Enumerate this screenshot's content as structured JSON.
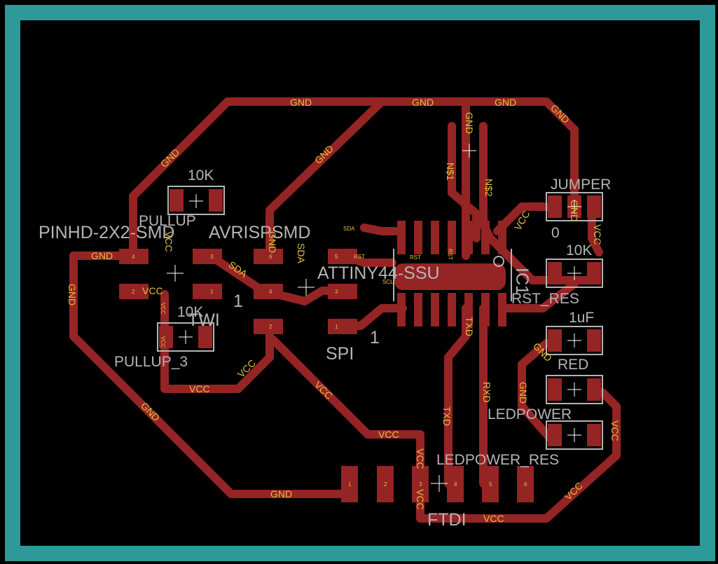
{
  "colors": {
    "background": "#000000",
    "board_outline": "#2e9999",
    "copper": "#952424",
    "silkscreen": "#b4b4b4",
    "net_label": "#e0c040"
  },
  "components": {
    "pinhd": "PINHD-2X2-SMD",
    "avrisp": "AVRISPSMD",
    "attiny": "ATTINY44-SSU",
    "ic1": "IC1",
    "pullup": "PULLUP",
    "pullup_3": "PULLUP_3",
    "twi": "TWI",
    "spi": "SPI",
    "jumper": "JUMPER",
    "jumper_val": "0",
    "rst_res": "RST_RES",
    "res_val_a": "10K",
    "res_val_b": "10K",
    "res_val_c": "10K",
    "cap_val": "1uF",
    "red": "RED",
    "ledpower": "LEDPOWER",
    "ledpower_res": "LEDPOWER_RES",
    "ftdi": "FTDI",
    "pin1_a": "1",
    "pin1_b": "1"
  },
  "nets": {
    "gnd": "GND",
    "vcc": "VCC",
    "sda": "SDA",
    "scl": "SCL",
    "rst": "RST",
    "txd": "TXD",
    "rxd": "RXD",
    "ns1": "N$1",
    "ns2": "N$2"
  },
  "pads": {
    "p1": "1",
    "p2": "2",
    "p3": "3",
    "p4": "4",
    "p5": "5",
    "p6": "6"
  }
}
